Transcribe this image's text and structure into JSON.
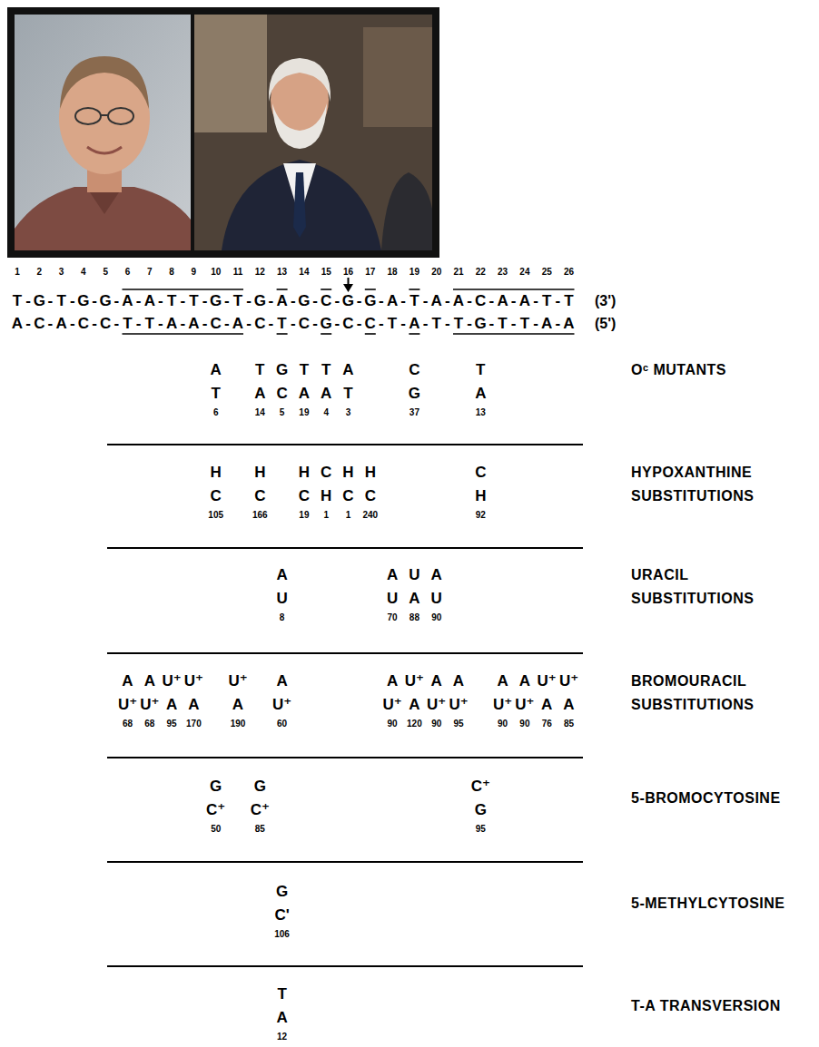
{
  "diagram": {
    "labels": [
      "1",
      "2",
      "3",
      "4",
      "5",
      "6",
      "7",
      "8",
      "9",
      "10",
      "11",
      "12",
      "13",
      "14",
      "15",
      "16",
      "17",
      "18",
      "19",
      "20",
      "21",
      "22",
      "23",
      "24",
      "25",
      "26",
      "T-G-T-G-G-A-A-T-T-G-T-G-A-G-C-G-G-A-T-A-A-C-A-A-T-T",
      "(3')",
      "A-C-A-C-C-T-T-A-A-C-A-C-T-C-G-C-C-T-A-T-T-G-T-T-A-A",
      "(5')",
      "A",
      "T",
      "G",
      "T",
      "T",
      "A",
      "C",
      "T",
      "T",
      "A",
      "C",
      "A",
      "A",
      "T",
      "G",
      "A",
      "6",
      "14",
      "5",
      "19",
      "4",
      "3",
      "37",
      "13",
      "Oᶜ MUTANTS",
      "H",
      "H",
      "H",
      "C",
      "H",
      "H",
      "C",
      "C",
      "C",
      "C",
      "H",
      "C",
      "C",
      "H",
      "105",
      "166",
      "19",
      "1",
      "1",
      "240",
      "92",
      "HYPOXANTHINE SUBSTITUTIONS",
      "A",
      "A",
      "U",
      "A",
      "U",
      "U",
      "A",
      "U",
      "8",
      "70",
      "88",
      "90",
      "URACIL SUBSTITUTIONS",
      "A",
      "A",
      "U⁺",
      "U⁺",
      "U⁺",
      "A",
      "A",
      "U⁺",
      "A",
      "A",
      "A",
      "A",
      "U⁺",
      "U⁺",
      "U⁺",
      "U⁺",
      "A",
      "A",
      "A",
      "U⁺",
      "U⁺",
      "A",
      "U⁺",
      "U⁺",
      "U⁺",
      "U⁺",
      "A",
      "A",
      "68",
      "68",
      "95",
      "170",
      "190",
      "60",
      "90",
      "120",
      "90",
      "95",
      "90",
      "90",
      "76",
      "85",
      "BROMOURACIL SUBSTITUTIONS",
      "G",
      "G",
      "C⁺",
      "C⁺",
      "C⁺",
      "G",
      "50",
      "85",
      "95",
      "5-BROMOCYTOSINE",
      "G",
      "C'",
      "106",
      "5-METHYLCYTOSINE",
      "T",
      "A",
      "12",
      "T-A TRANSVERSION"
    ]
  }
}
